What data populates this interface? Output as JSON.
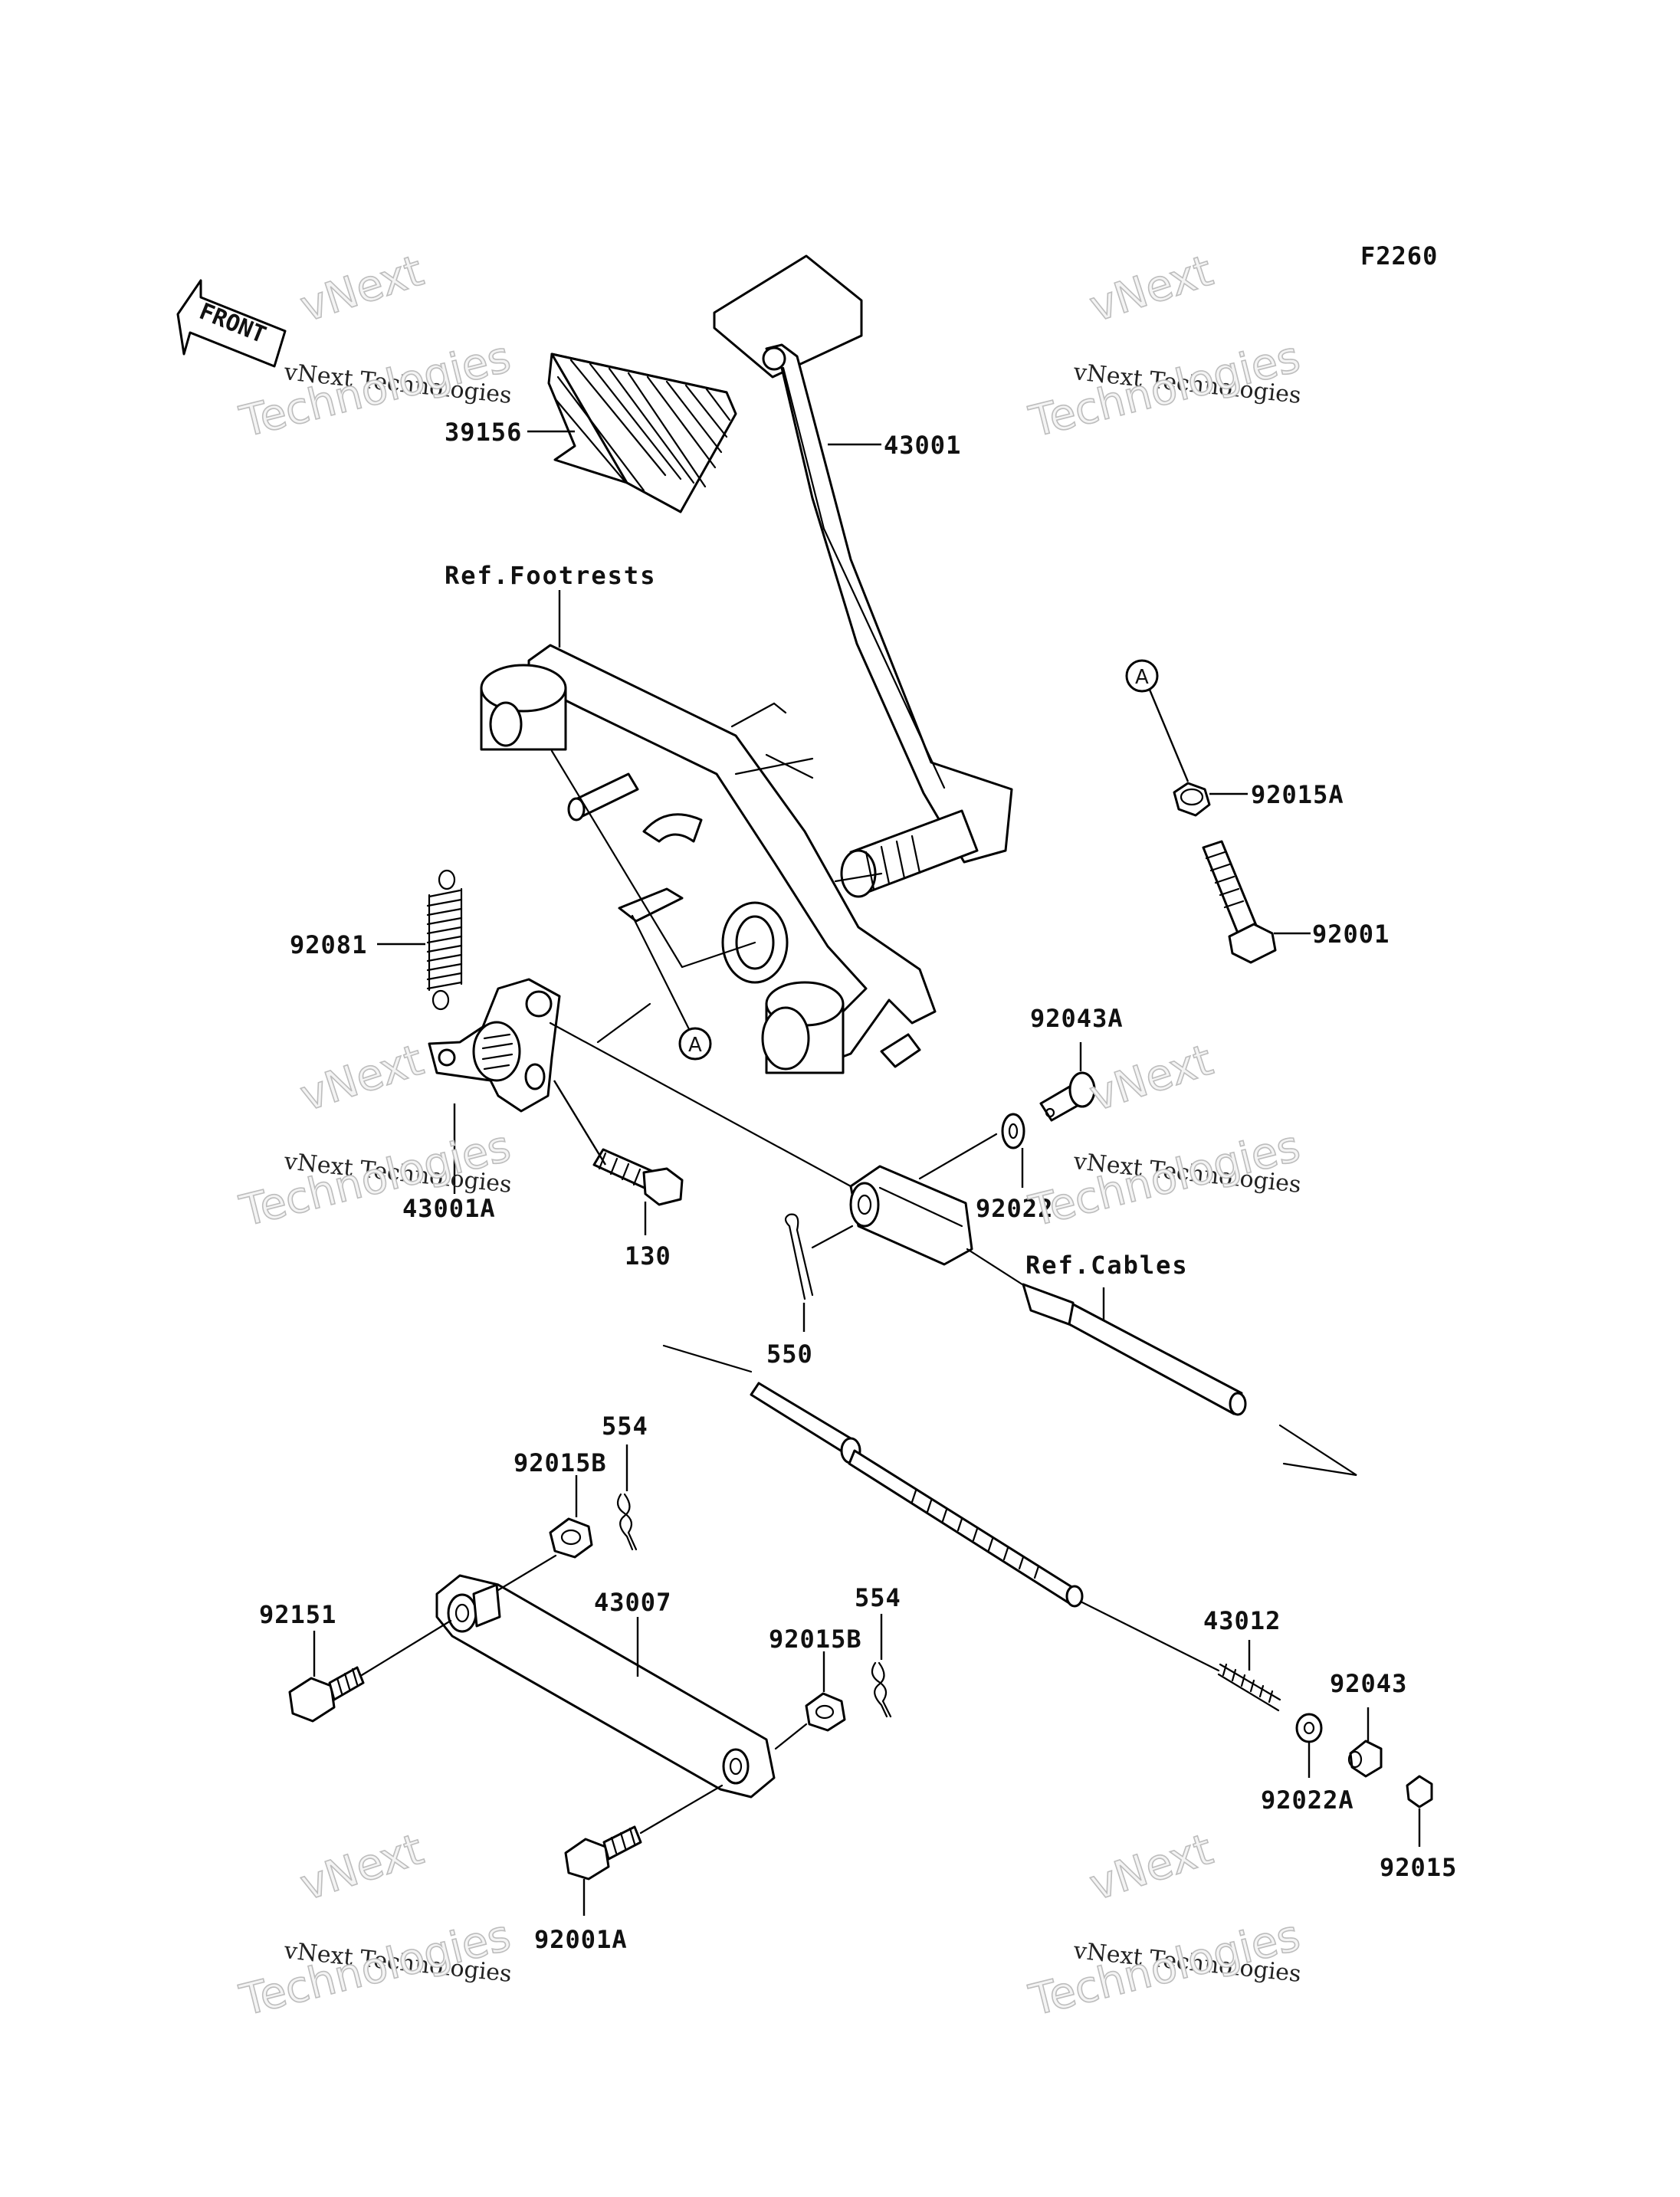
{
  "diagram_code": "F2260",
  "front_label": "FRONT",
  "callout_letter": "A",
  "watermark": {
    "line1": "vNext",
    "line2": "vNext Technologies",
    "line3": "Technologies"
  },
  "references": {
    "footrests": "Ref.Footrests",
    "cables": "Ref.Cables"
  },
  "parts": {
    "p39156": "39156",
    "p43001": "43001",
    "p92015A": "92015A",
    "p92001": "92001",
    "p92081": "92081",
    "p92043A": "92043A",
    "p43001A": "43001A",
    "p130": "130",
    "p92022": "92022",
    "p550": "550",
    "p554a": "554",
    "p554b": "554",
    "p92015Ba": "92015B",
    "p92015Bb": "92015B",
    "p92151": "92151",
    "p43007": "43007",
    "p43012": "43012",
    "p92043": "92043",
    "p92022A": "92022A",
    "p92015": "92015",
    "p92001A": "92001A"
  }
}
